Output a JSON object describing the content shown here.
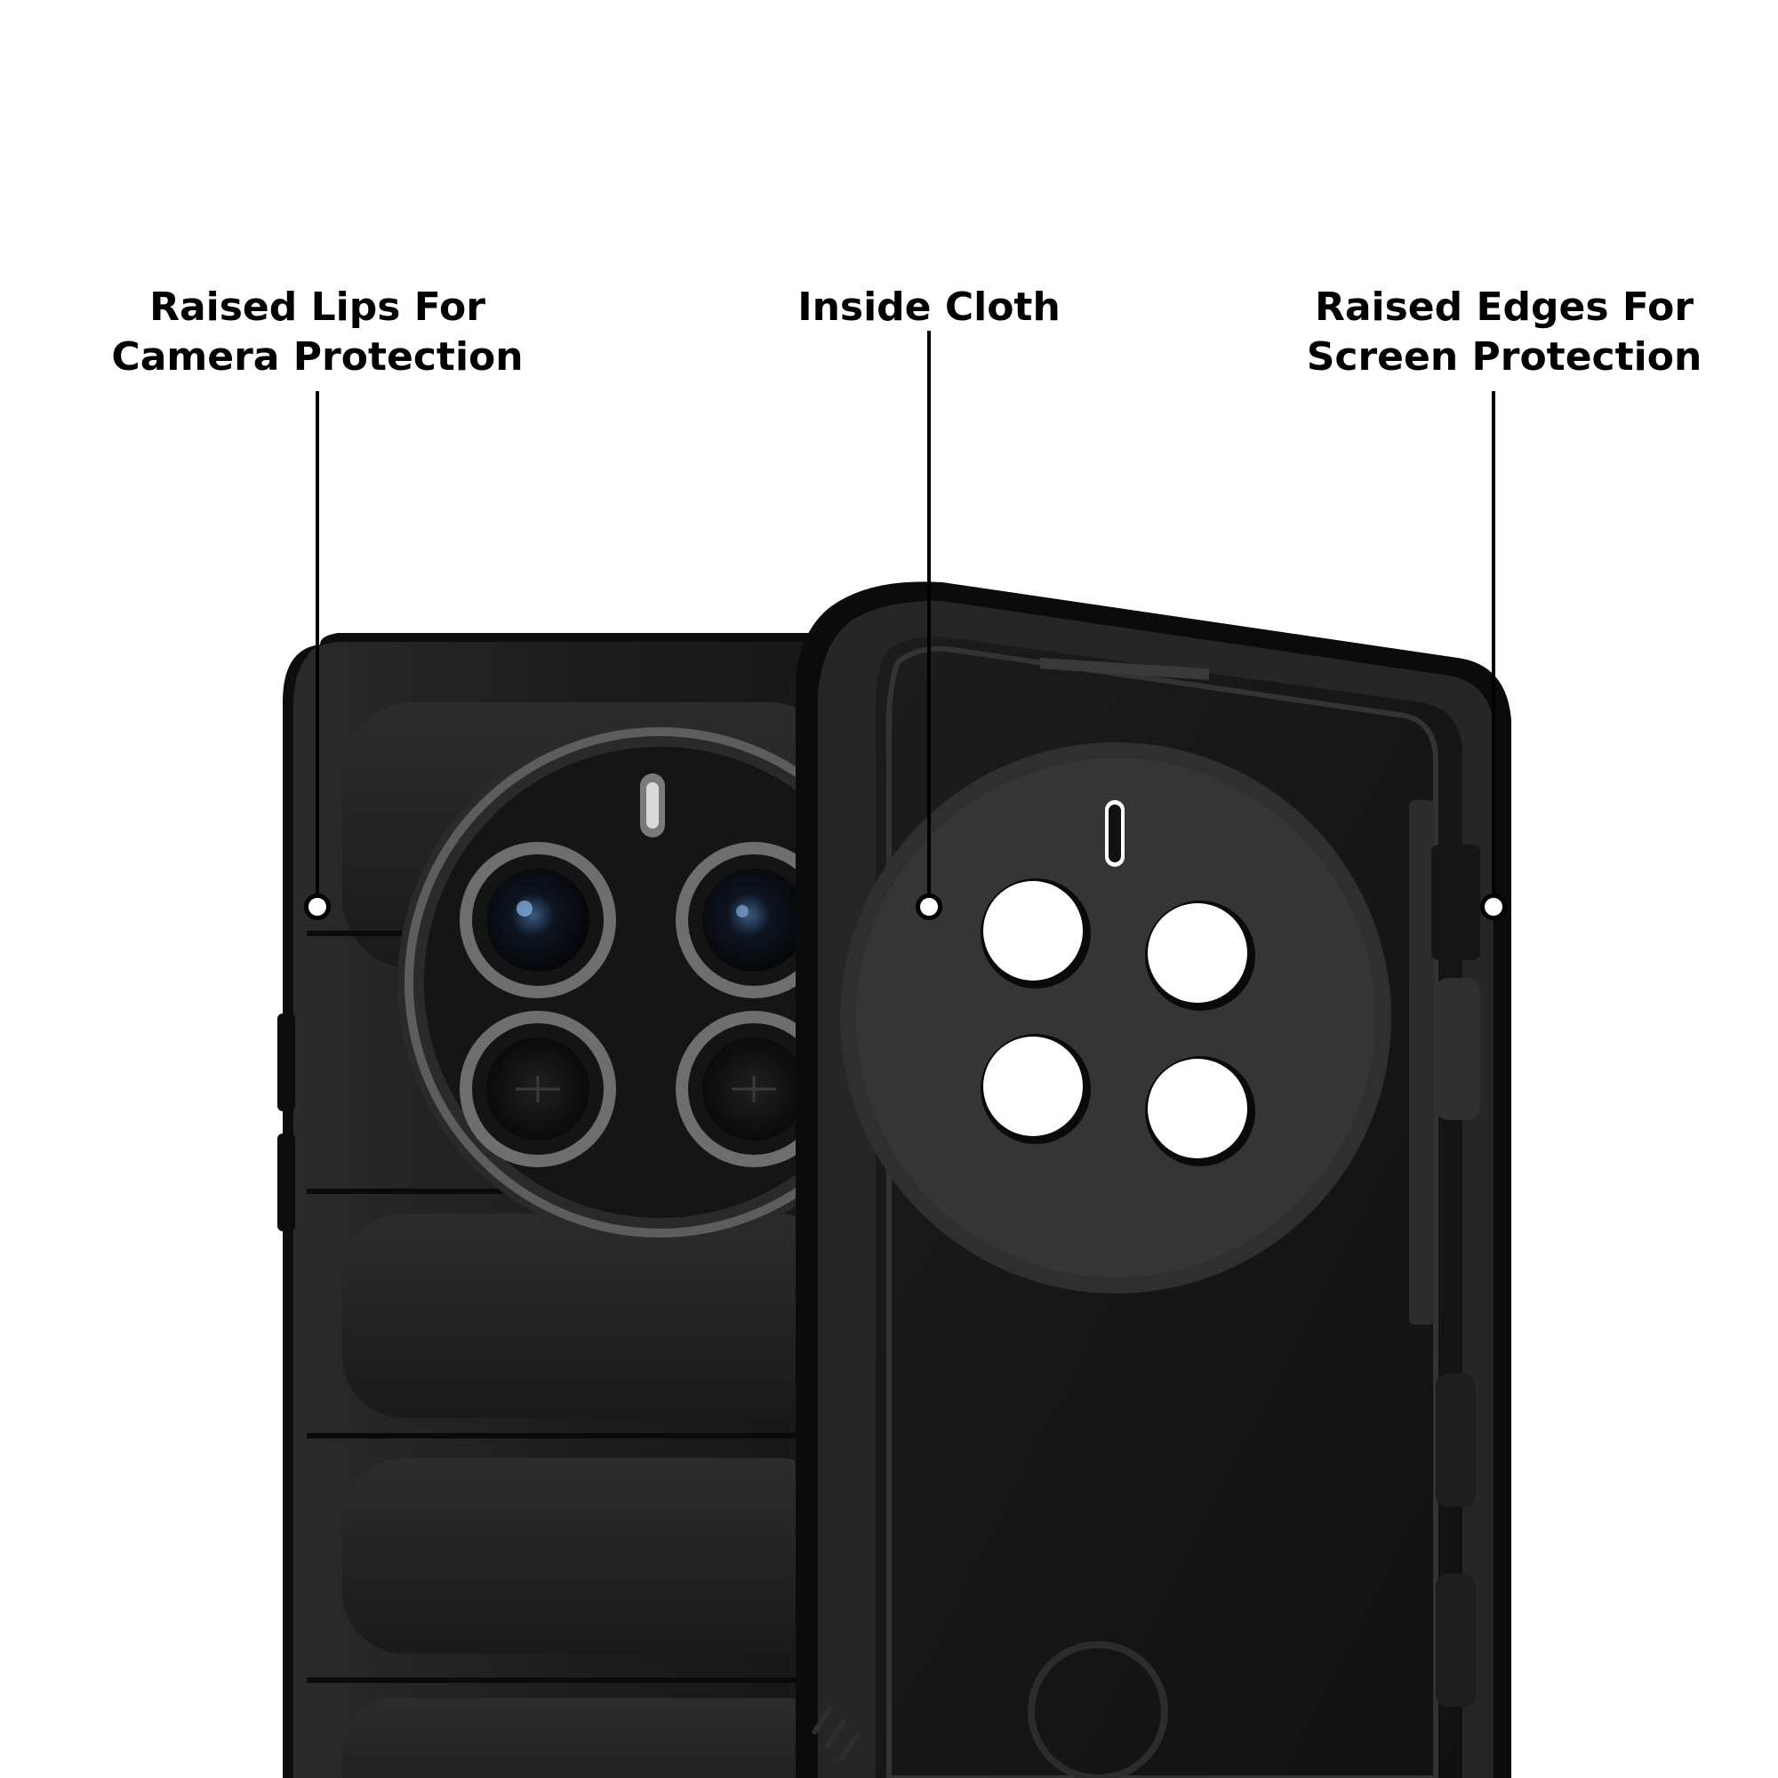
{
  "callouts": [
    {
      "id": "camera-lips",
      "line1": "Raised Lips For",
      "line2": "Camera Protection"
    },
    {
      "id": "inside-cloth",
      "line1": "Inside Cloth",
      "line2": ""
    },
    {
      "id": "screen-edges",
      "line1": "Raised Edges For",
      "line2": "Screen Protection"
    }
  ],
  "colors": {
    "background": "#ffffff",
    "case_black": "#1e1e1e",
    "case_highlight": "#4a4a4a",
    "camera_ring": "#6b6b6b",
    "text": "#000000"
  }
}
